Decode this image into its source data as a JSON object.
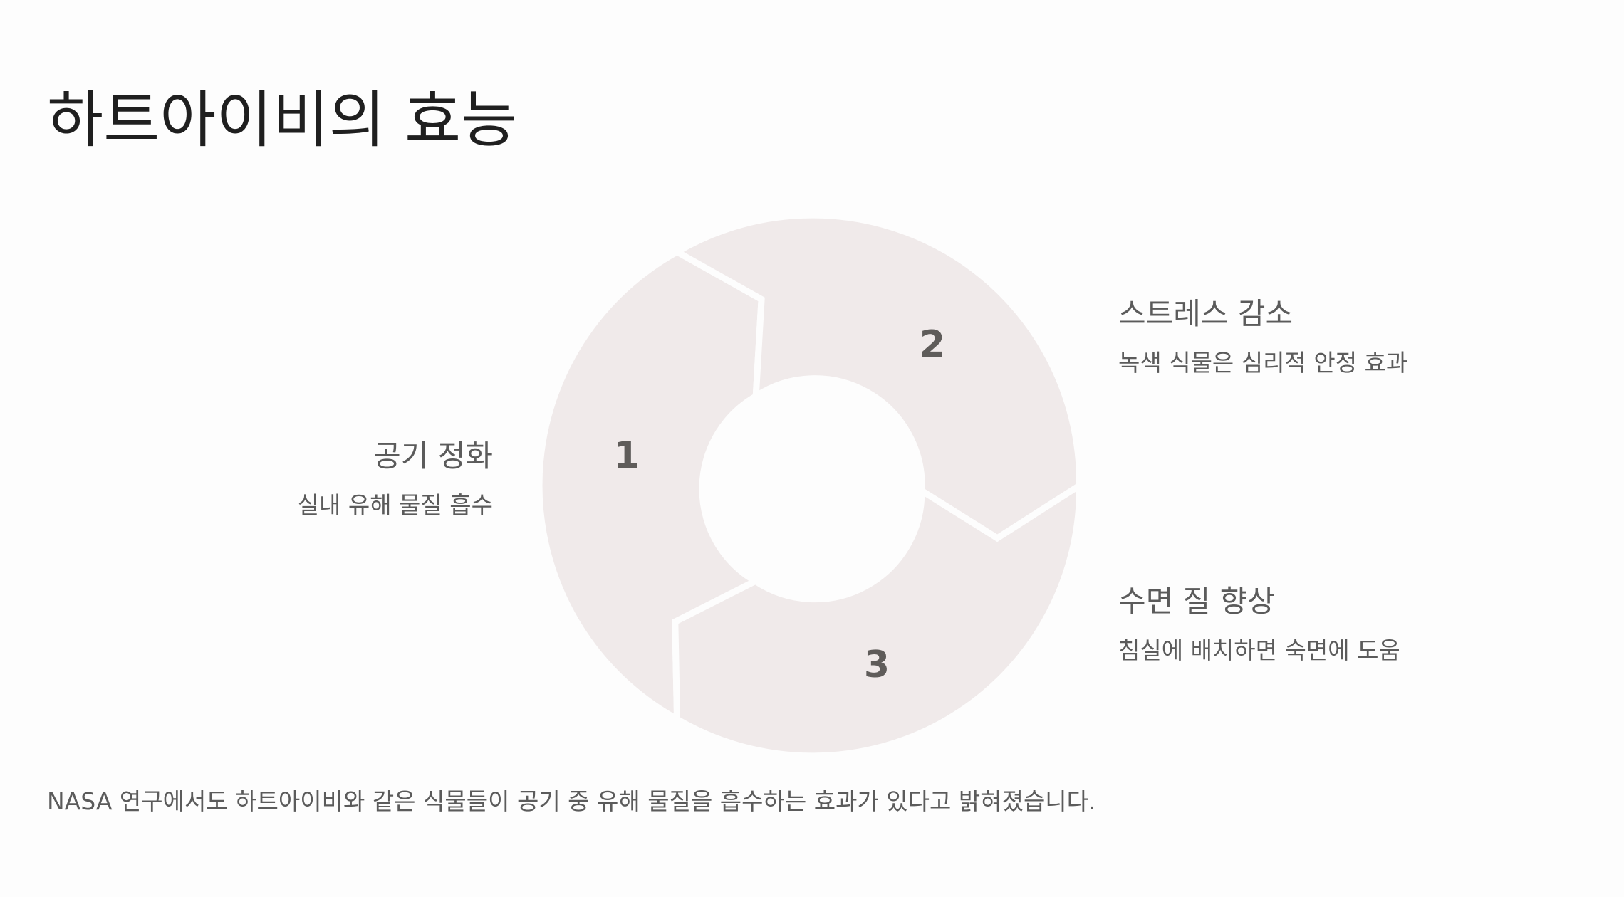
{
  "title": "하트아이비의 효능",
  "cycle": {
    "steps": [
      {
        "number": "1",
        "heading": "공기 정화",
        "description": "실내 유해 물질 흡수"
      },
      {
        "number": "2",
        "heading": "스트레스 감소",
        "description": "녹색 식물은 심리적 안정 효과"
      },
      {
        "number": "3",
        "heading": "수면 질 향상",
        "description": "침실에 배치하면 숙면에 도움"
      }
    ],
    "segment_color": "#f0eaea",
    "number_color": "#5f5c5a"
  },
  "footer": "NASA 연구에서도 하트아이비와 같은 식물들이 공기 중 유해 물질을 흡수하는 효과가 있다고 밝혀졌습니다."
}
